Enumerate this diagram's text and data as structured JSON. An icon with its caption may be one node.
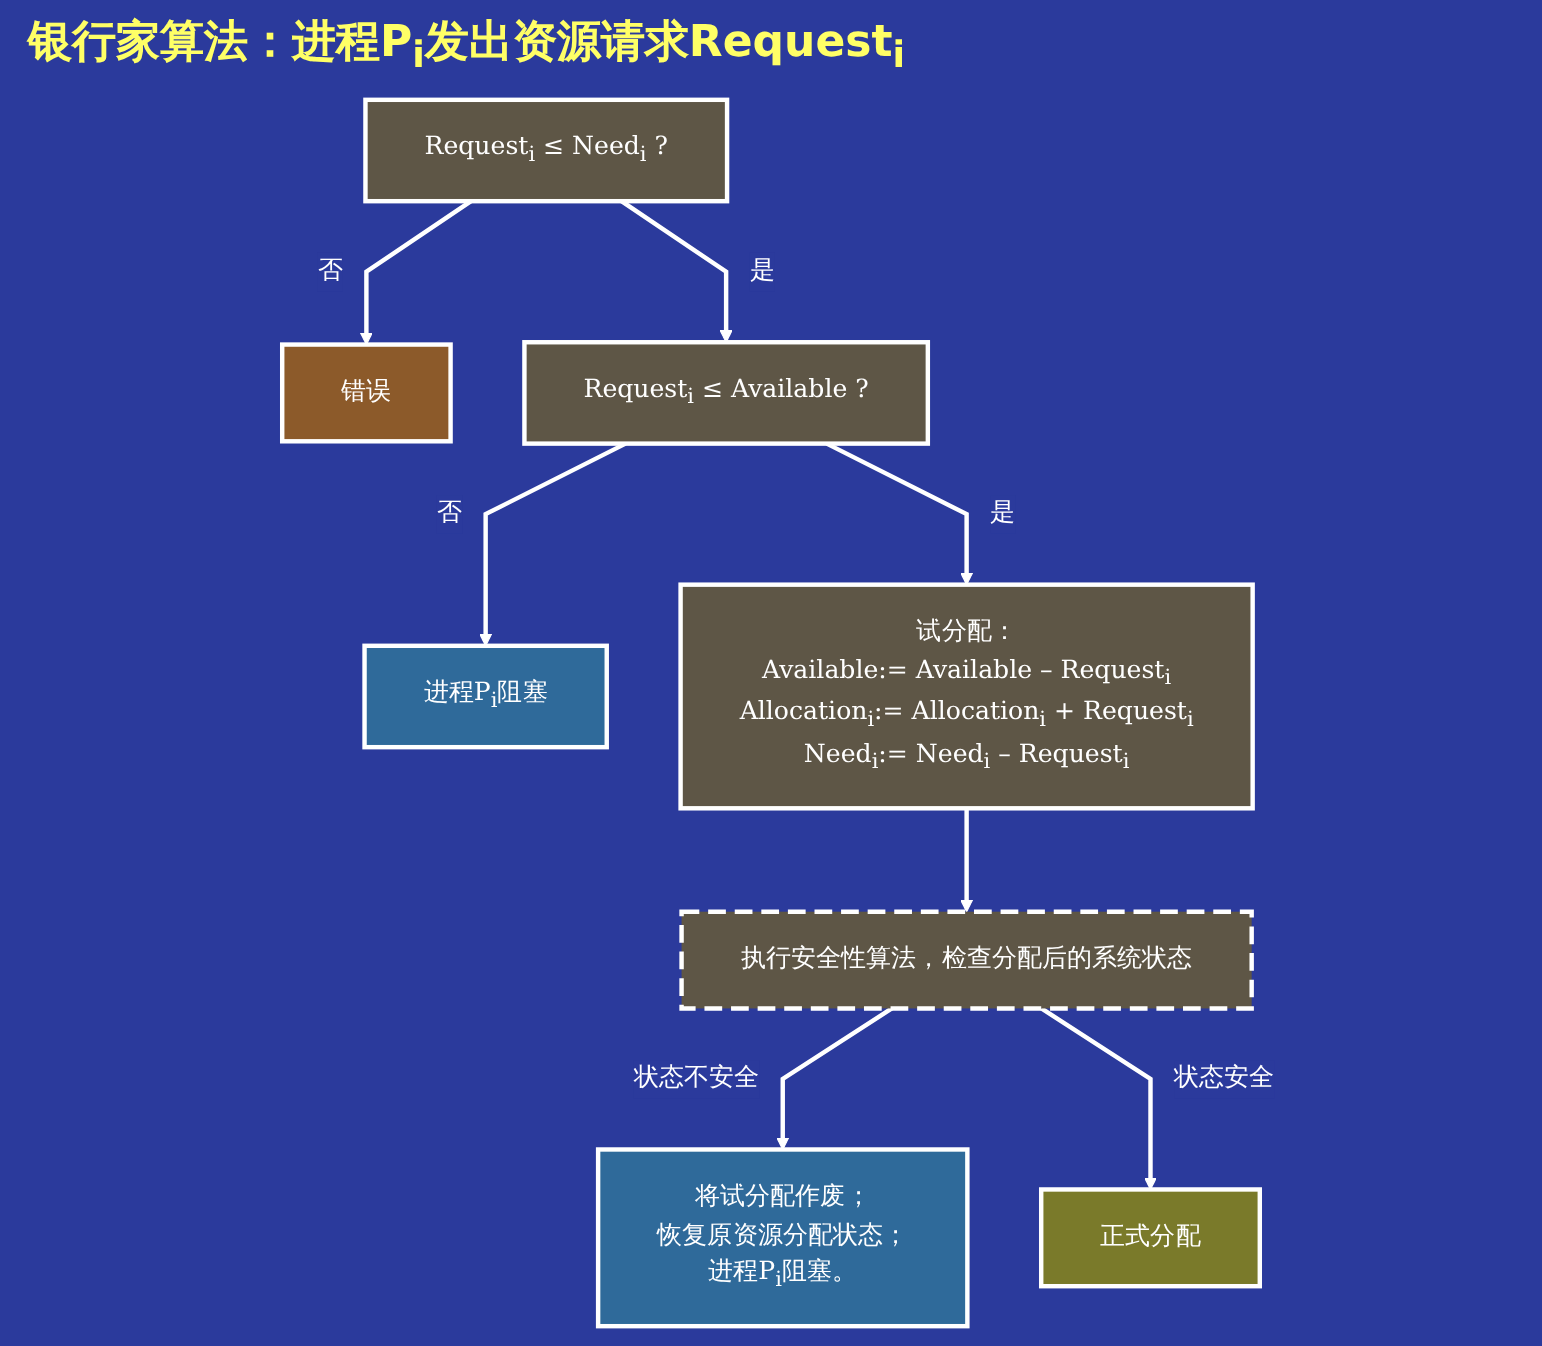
{
  "diagram": {
    "title": "银行家算法：进程P$_{i}$发出资源请求Request$_{i}$",
    "nodes": [
      {
        "text": [
          "Request$_{i}$ ≤ Need$_{i}$ ?"
        ]
      },
      {
        "text": [
          "错误"
        ]
      },
      {
        "text": [
          "Request$_{i}$ ≤ Available ?"
        ]
      },
      {
        "text": [
          "进程P$_{i}$阻塞"
        ]
      },
      {
        "text": [
          "试分配：",
          "Available:= Available – Request$_{i}$",
          "Allocation$_{i}$:= Allocation$_{i}$ + Request$_{i}$",
          "Need$_{i}$:= Need$_{i}$ – Request$_{i}$"
        ]
      },
      {
        "text": [
          "执行安全性算法，检查分配后的系统状态"
        ]
      },
      {
        "text": [
          "将试分配作废；",
          "恢复原资源分配状态；",
          "进程P$_{i}$阻塞。"
        ]
      },
      {
        "text": [
          "正式分配"
        ]
      }
    ],
    "edges": [
      {
        "from": 0,
        "to": 1,
        "arrow": "to",
        "label": "否"
      },
      {
        "from": 0,
        "to": 2,
        "arrow": "to",
        "label": "是"
      },
      {
        "from": 2,
        "to": 3,
        "arrow": "to",
        "label": "否"
      },
      {
        "from": 2,
        "to": 4,
        "arrow": "to",
        "label": "是"
      },
      {
        "from": 4,
        "to": 5,
        "arrow": "to"
      },
      {
        "from": 5,
        "to": 6,
        "arrow": "to",
        "label": "状态不安全"
      },
      {
        "from": 5,
        "to": 7,
        "arrow": "to",
        "label": "状态安全"
      }
    ]
  }
}
